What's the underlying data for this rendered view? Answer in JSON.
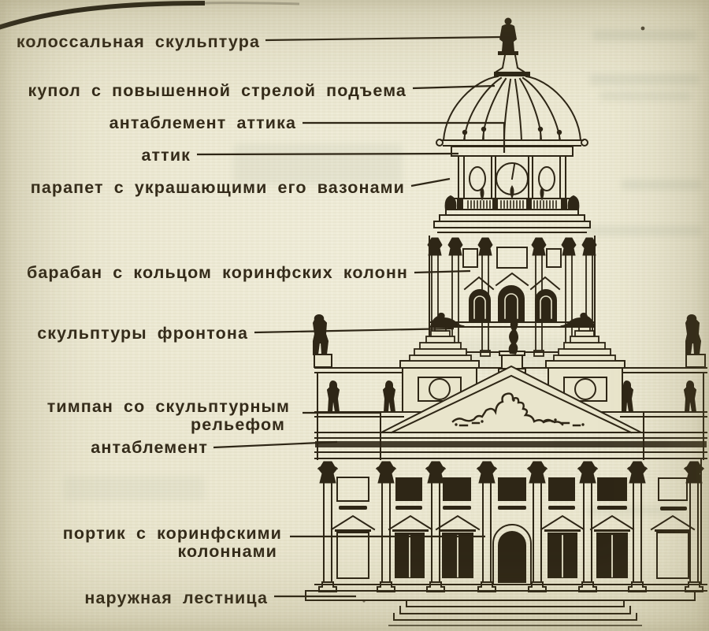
{
  "page": {
    "type": "scanned architectural diagram",
    "language": "ru",
    "colors": {
      "paper": "#e9e5cc",
      "ink": "#2e2616",
      "label_ink": "#342b1a"
    }
  },
  "diagram": {
    "subject": "cathedral facade elevation with part labels",
    "labels": [
      {
        "id": "colossal-sculpture",
        "lines": [
          "колоссальная скульптура"
        ]
      },
      {
        "id": "dome",
        "lines": [
          "купол с повышенной стрелой подъема"
        ]
      },
      {
        "id": "attic-entablature",
        "lines": [
          "антаблемент аттика"
        ]
      },
      {
        "id": "attic",
        "lines": [
          "аттик"
        ]
      },
      {
        "id": "parapet",
        "lines": [
          "парапет с украшающими его вазонами"
        ]
      },
      {
        "id": "drum",
        "lines": [
          "барабан с кольцом коринфских колонн"
        ]
      },
      {
        "id": "pediment-sculptures",
        "lines": [
          "скульптуры фронтона"
        ]
      },
      {
        "id": "tympanum",
        "lines": [
          "тимпан со скульптурным",
          "рельефом"
        ]
      },
      {
        "id": "entablature",
        "lines": [
          "антаблемент"
        ]
      },
      {
        "id": "portico",
        "lines": [
          "портик с коринфскими",
          "колоннами"
        ]
      },
      {
        "id": "outer-stairs",
        "lines": [
          "наружная лестница"
        ]
      }
    ]
  }
}
